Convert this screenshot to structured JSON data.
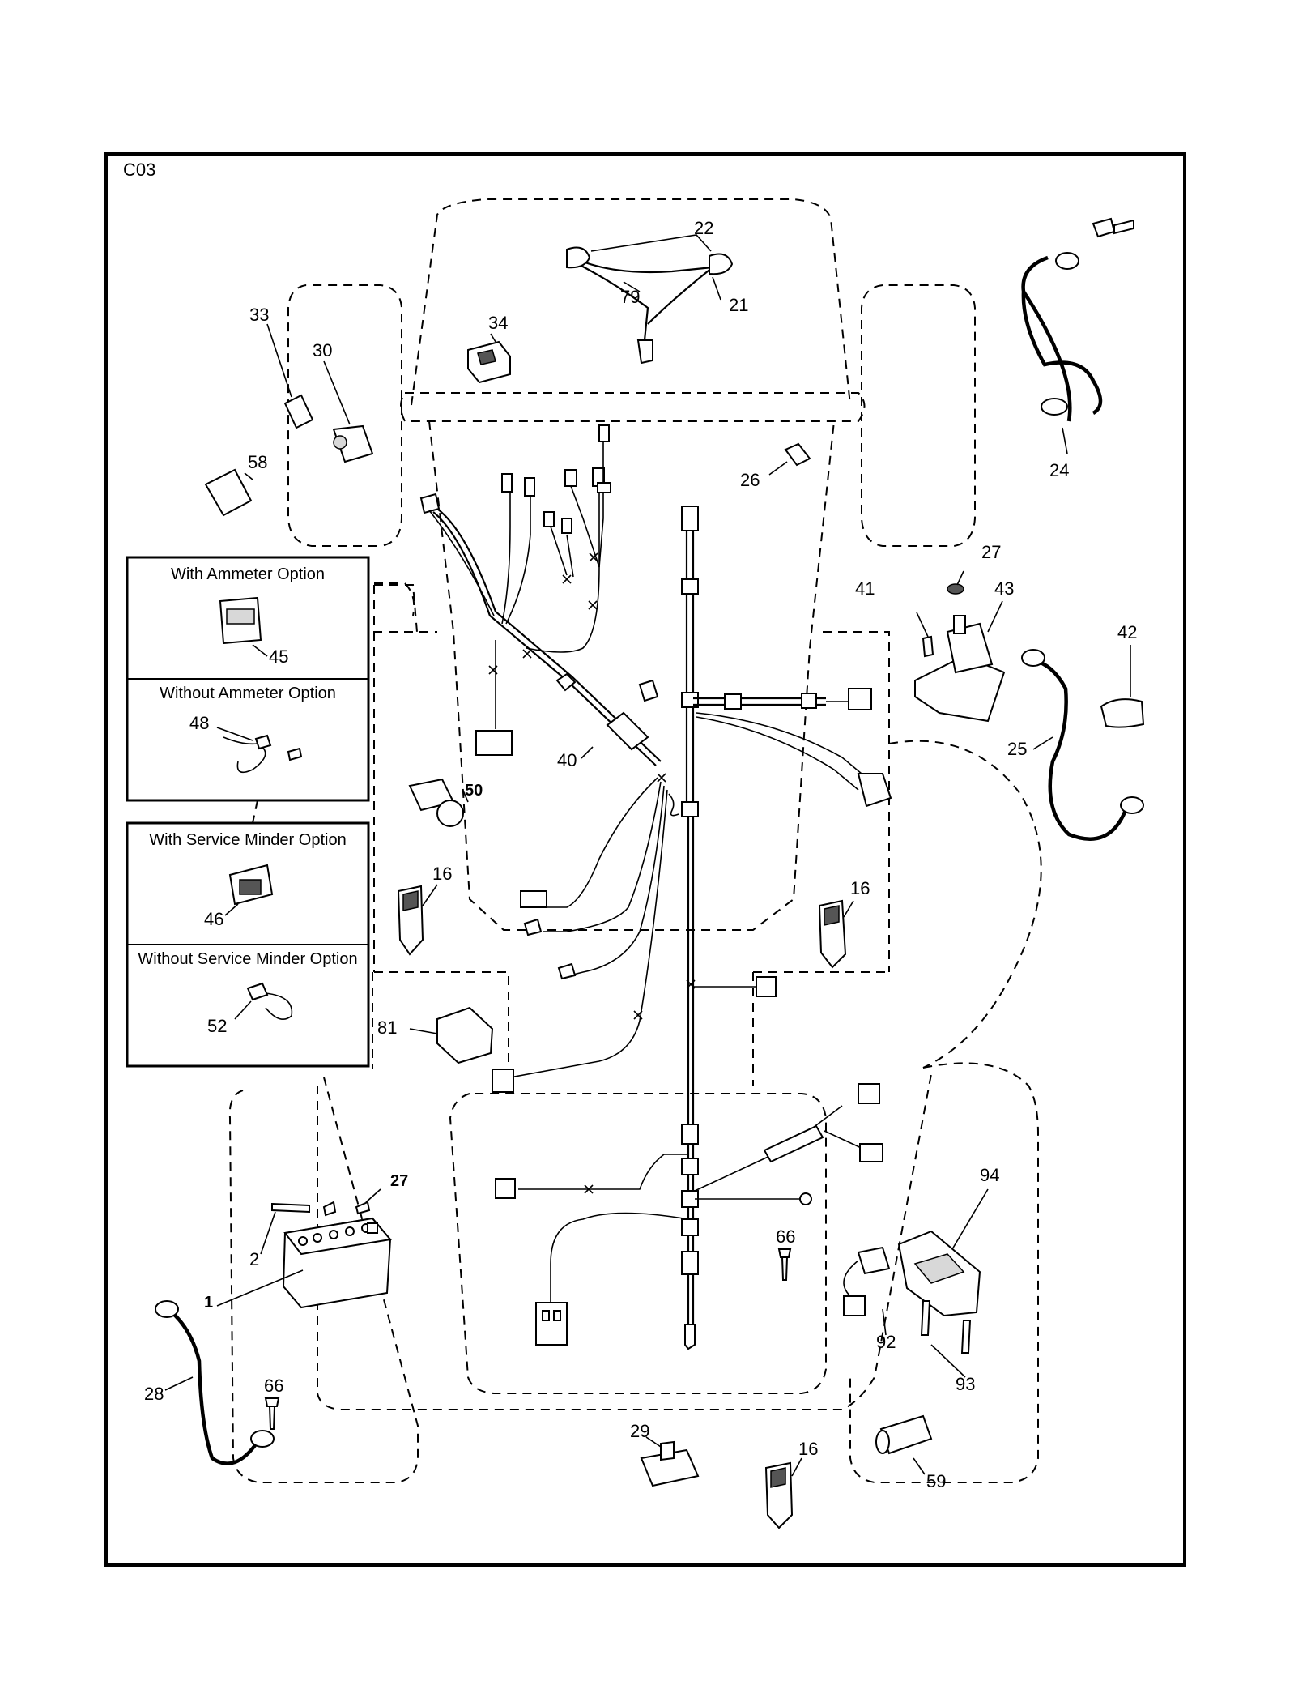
{
  "diagram_code": "C03",
  "option_boxes": [
    {
      "with_title": "With Ammeter Option",
      "with_part": "45",
      "without_title": "Without Ammeter Option",
      "without_part": "48"
    },
    {
      "with_title": "With Service Minder Option",
      "with_part": "46",
      "without_title": "Without Service Minder Option",
      "without_part": "52"
    }
  ],
  "callouts": {
    "c22": "22",
    "c79": "79",
    "c21": "21",
    "c34": "34",
    "c33": "33",
    "c30": "30",
    "c58": "58",
    "c24": "24",
    "c26": "26",
    "c27a": "27",
    "c41": "41",
    "c43": "43",
    "c42": "42",
    "c25": "25",
    "c40": "40",
    "c50": "50",
    "c16a": "16",
    "c16b": "16",
    "c16c": "16",
    "c81": "81",
    "c94": "94",
    "c92": "92",
    "c93": "93",
    "c66a": "66",
    "c66b": "66",
    "c27b": "27",
    "c2": "2",
    "c1": "1",
    "c28": "28",
    "c29": "29",
    "c59": "59"
  }
}
